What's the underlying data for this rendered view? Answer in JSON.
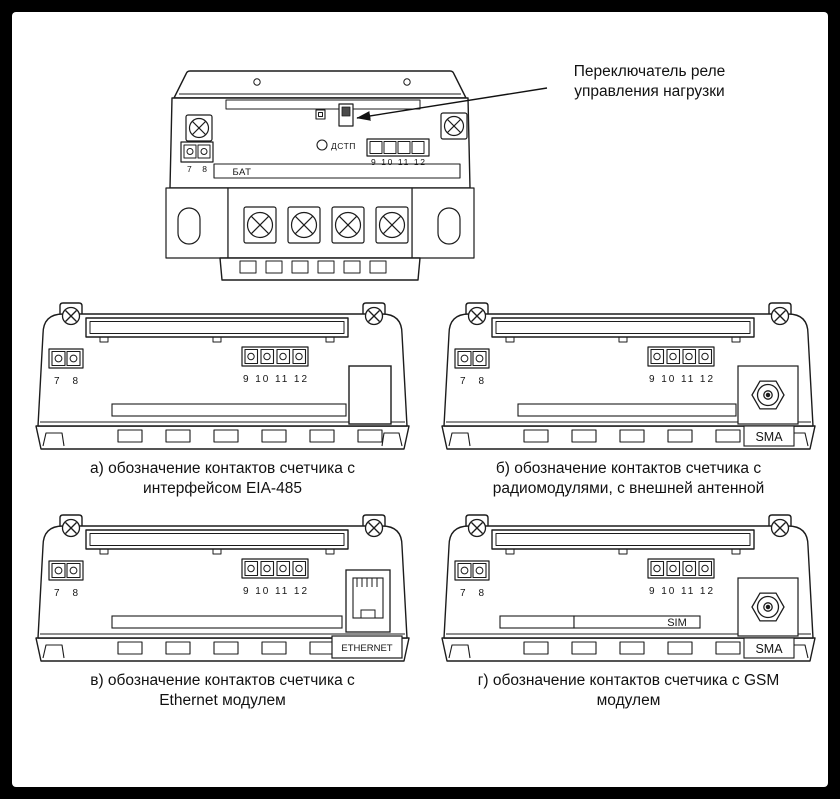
{
  "figure": {
    "background": "#000000",
    "panel_background": "#ffffff",
    "line_color": "#1c1c1c"
  },
  "callout": {
    "line1": "Переключатель реле",
    "line2": "управления нагрузки"
  },
  "main_diagram": {
    "battery_label": "БАТ",
    "seal_button_label": "ДСТП",
    "left_terminal_numbers": "7 8",
    "right_terminal_numbers": "9 10 11 12"
  },
  "variants": [
    {
      "key": "а",
      "left_terminal_numbers": "7 8",
      "right_terminal_numbers": "9 10 11 12",
      "module_label": "",
      "caption1": "а) обозначение контактов счетчика с",
      "caption2": "интерфейсом EIA-485"
    },
    {
      "key": "б",
      "left_terminal_numbers": "7 8",
      "right_terminal_numbers": "9 10 11 12",
      "module_label": "SMA",
      "caption1": "б) обозначение контактов счетчика с",
      "caption2": "радиомодулями, с внешней антенной"
    },
    {
      "key": "в",
      "left_terminal_numbers": "7 8",
      "right_terminal_numbers": "9 10 11 12",
      "module_label": "ETHERNET",
      "caption1": "в) обозначение контактов счетчика с",
      "caption2": "Ethernet модулем"
    },
    {
      "key": "г",
      "left_terminal_numbers": "7 8",
      "right_terminal_numbers": "9 10 11 12",
      "module_label": "SMA",
      "sim_label": "SIM",
      "caption1": "г) обозначение контактов счетчика с GSM",
      "caption2": "модулем"
    }
  ]
}
